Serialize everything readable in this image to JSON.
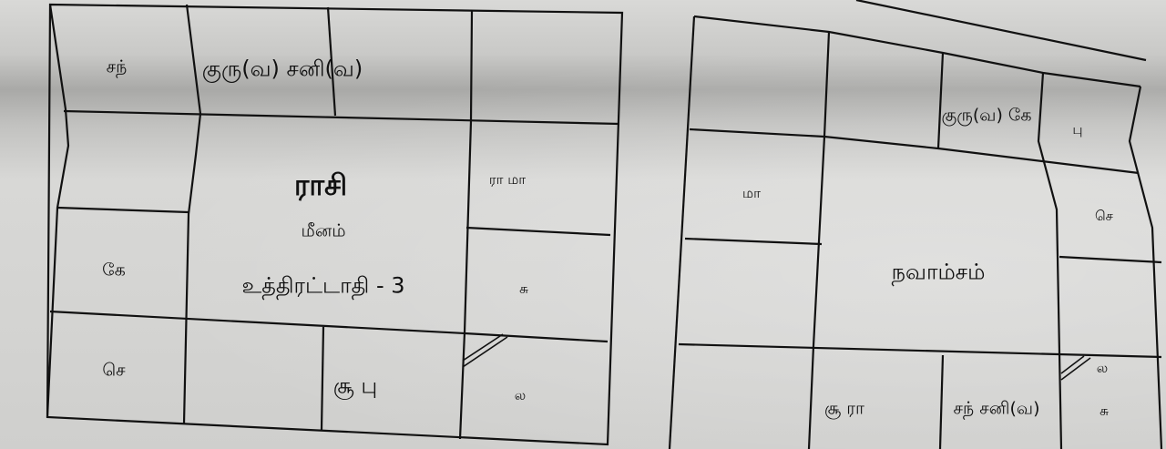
{
  "rasi_chart": {
    "title": "ராசி",
    "rasi": "மீனம்",
    "nakshatra": "உத்திரட்டாதி - 3",
    "houses": {
      "top_left": "சந்",
      "top_mid": "குரு(வ) சனி(வ)",
      "right_upper": "ரா மா",
      "left_mid": "கே",
      "right_mid": "சு",
      "bottom_left": "செ",
      "bottom_mid": "சூ பு",
      "bottom_right": "ல"
    }
  },
  "navamsa_chart": {
    "title": "நவாம்சம்",
    "houses": {
      "top_third": "குரு(வ) கே",
      "top_right": "பு",
      "left_upper": "மா",
      "right_upper": "செ",
      "bottom_right_top": "ல",
      "bottom_second": "சூ ரா",
      "bottom_third": "சந் சனி(வ)",
      "bottom_right": "சு"
    }
  }
}
